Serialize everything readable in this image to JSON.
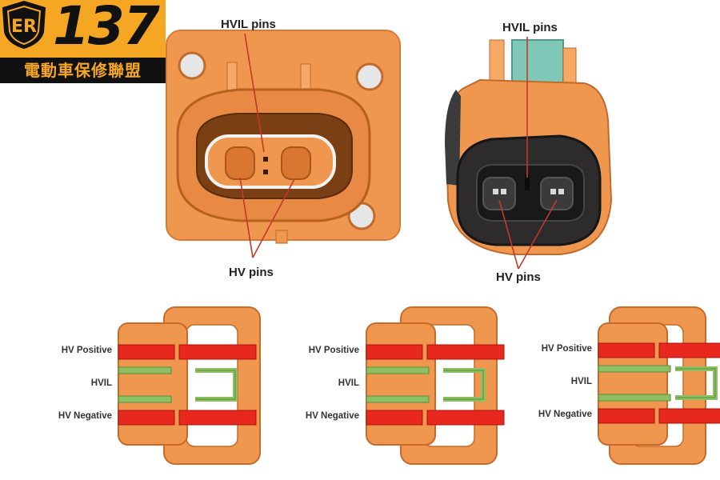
{
  "logo": {
    "emblem_text": "ER",
    "number": "137",
    "subtitle": "電動車保修聯盟"
  },
  "photo_labels": {
    "left": {
      "top": "HVIL pins",
      "bottom": "HV pins"
    },
    "right": {
      "top": "HVIL pins",
      "bottom": "HV pins"
    }
  },
  "diagrams": [
    {
      "hv_positive": "HV Positive",
      "hvil": "HVIL",
      "hv_negative": "HV Negative",
      "state": "disconnected"
    },
    {
      "hv_positive": "HV Positive",
      "hvil": "HVIL",
      "hv_negative": "HV Negative",
      "state": "partially-connected"
    },
    {
      "hv_positive": "HV Positive",
      "hvil": "HVIL",
      "hv_negative": "HV Negative",
      "state": "fully-connected"
    }
  ],
  "colors": {
    "connector_orange": "#f0974f",
    "connector_outline": "#c96a28",
    "hv_pin_red": "#e8281e",
    "hvil_pin_green": "#8dbf63",
    "callout_line": "#c0392b",
    "logo_orange": "#f5a623"
  }
}
